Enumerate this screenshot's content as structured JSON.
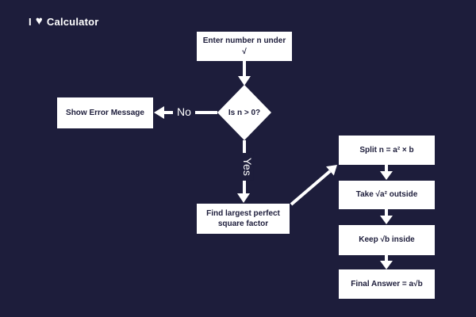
{
  "canvas": {
    "background_color": "#1d1d3b",
    "node_fill_color": "#ffffff",
    "node_text_color": "#1d1d3b",
    "arrow_color": "#ffffff"
  },
  "header": {
    "title_prefix": "I",
    "heart_icon": "♥",
    "title": "Calculator"
  },
  "flowchart": {
    "nodes": {
      "enter": {
        "label": "Enter number n under √"
      },
      "decision": {
        "label": "Is n > 0?"
      },
      "error": {
        "label": "Show Error Message"
      },
      "find": {
        "label": "Find largest perfect square factor"
      },
      "split": {
        "label": "Split n = a² × b"
      },
      "take": {
        "label": "Take √a² outside"
      },
      "keep": {
        "label": "Keep √b inside"
      },
      "final": {
        "label": "Final Answer = a√b"
      }
    },
    "edge_labels": {
      "no": "No",
      "yes": "Yes"
    }
  }
}
